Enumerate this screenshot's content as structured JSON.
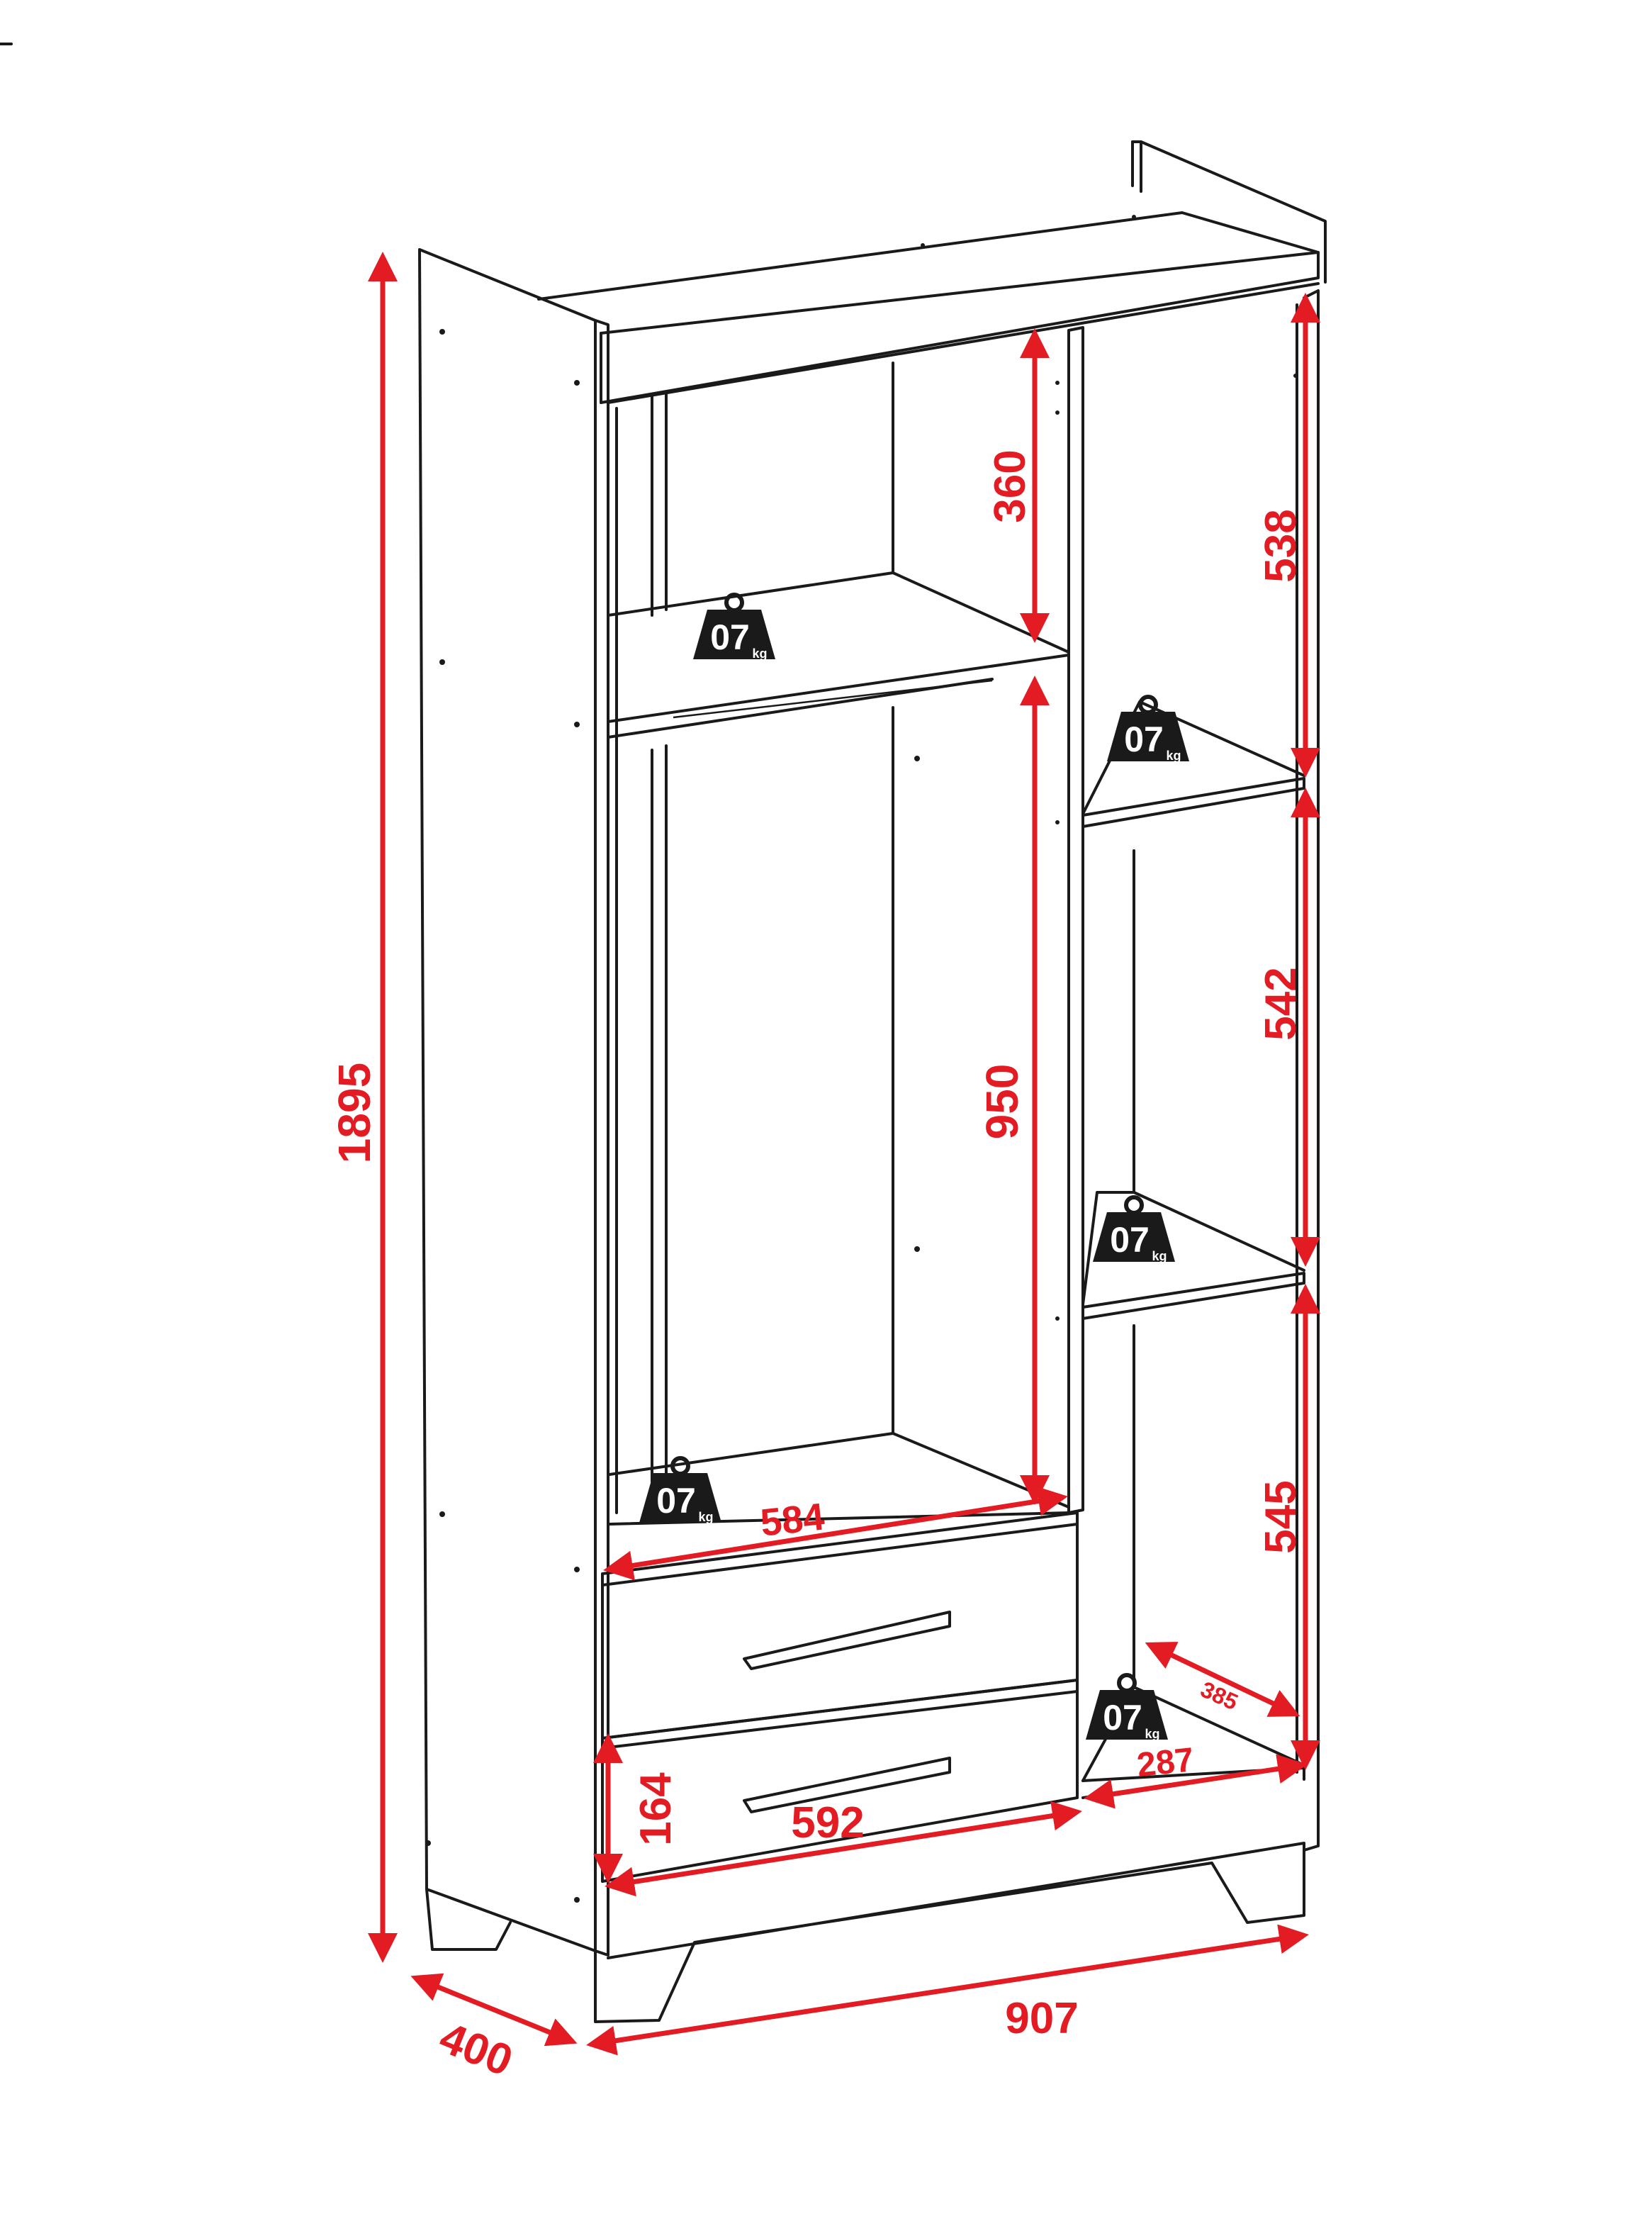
{
  "dimensions": {
    "total_height": "1895",
    "total_width": "907",
    "depth": "400",
    "top_left_compartment": "360",
    "hanging_compartment": "950",
    "right_top": "538",
    "right_middle": "542",
    "right_bottom": "545",
    "inner_width_left": "584",
    "drawer_width": "592",
    "drawer_height": "164",
    "right_shelf_width": "287",
    "right_shelf_depth": "385"
  },
  "load_badges": [
    {
      "value": "07",
      "unit": "kg"
    },
    {
      "value": "07",
      "unit": "kg"
    },
    {
      "value": "07",
      "unit": "kg"
    },
    {
      "value": "07",
      "unit": "kg"
    },
    {
      "value": "07",
      "unit": "kg"
    }
  ],
  "colors": {
    "dimension": "#e31b23",
    "outline": "#1a1a1a",
    "background": "#ffffff"
  }
}
